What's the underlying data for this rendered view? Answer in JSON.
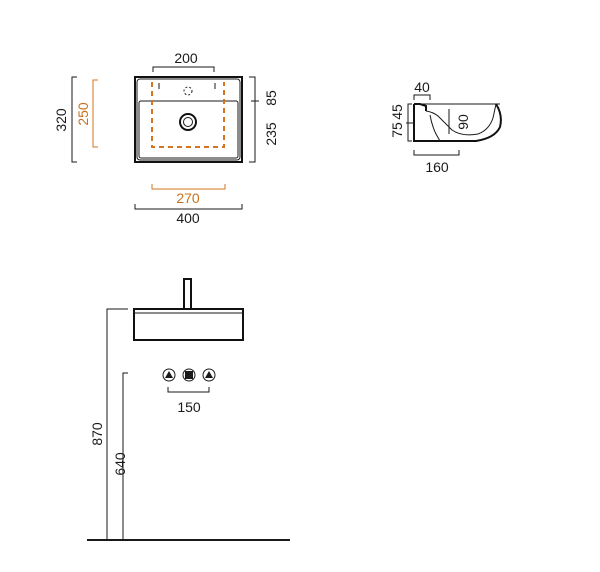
{
  "colors": {
    "line": "#1a1a1a",
    "accent": "#d4761f",
    "background": "#ffffff"
  },
  "top_view": {
    "width_label": "400",
    "overflow_width_label": "200",
    "basin_width_label": "270",
    "depth_label": "320",
    "basin_depth_label": "250",
    "rear_depth_label": "85",
    "front_depth_label": "235"
  },
  "side_view": {
    "rim_label": "40",
    "height_label": "75",
    "upper_label": "45",
    "inner_label": "90",
    "depth_label": "160"
  },
  "elevation": {
    "mount_height_label": "870",
    "outlet_height_label": "640",
    "valve_spacing_label": "150"
  }
}
